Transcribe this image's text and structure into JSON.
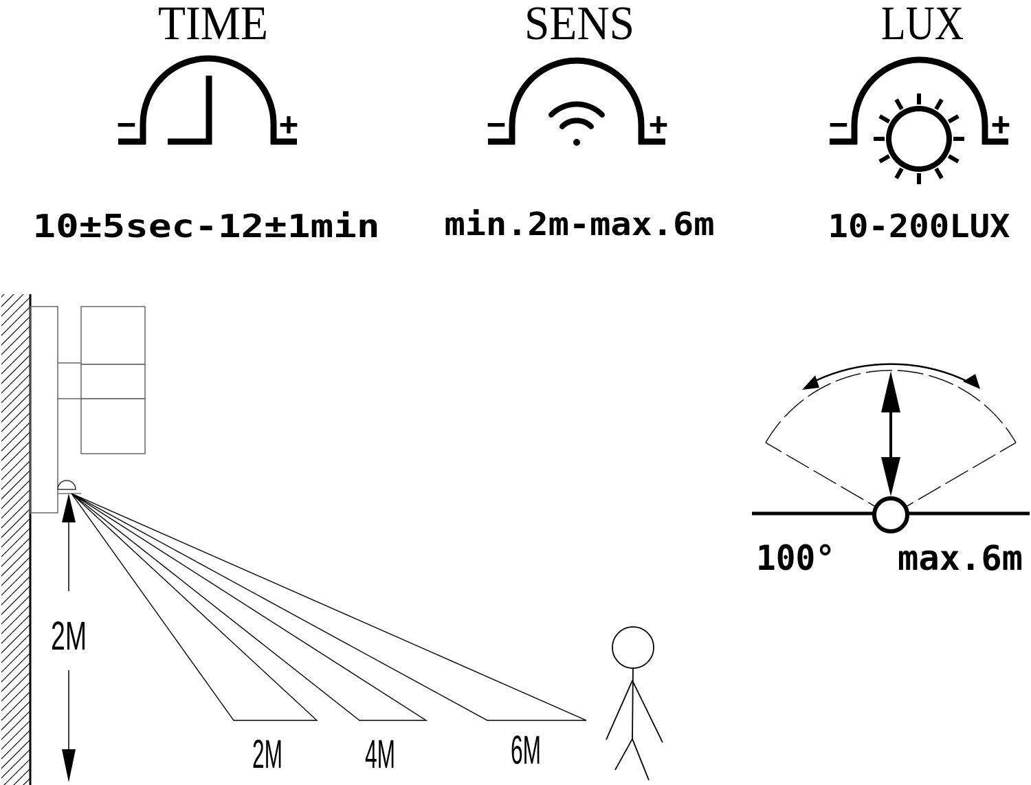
{
  "controls": [
    {
      "title": "TIME",
      "range": "10±5sec-12±1min",
      "icon": "clock-dial-icon"
    },
    {
      "title": "SENS",
      "range": "min.2m-max.6m",
      "icon": "wifi-signal-icon"
    },
    {
      "title": "LUX",
      "range": "10-200LUX",
      "icon": "sun-icon"
    }
  ],
  "knob": {
    "minus": "−",
    "plus": "+"
  },
  "side_view": {
    "mount_height": "2M",
    "distances": [
      "2M",
      "4M",
      "6M"
    ]
  },
  "top_view": {
    "angle": "100°",
    "range": "max.6m"
  }
}
